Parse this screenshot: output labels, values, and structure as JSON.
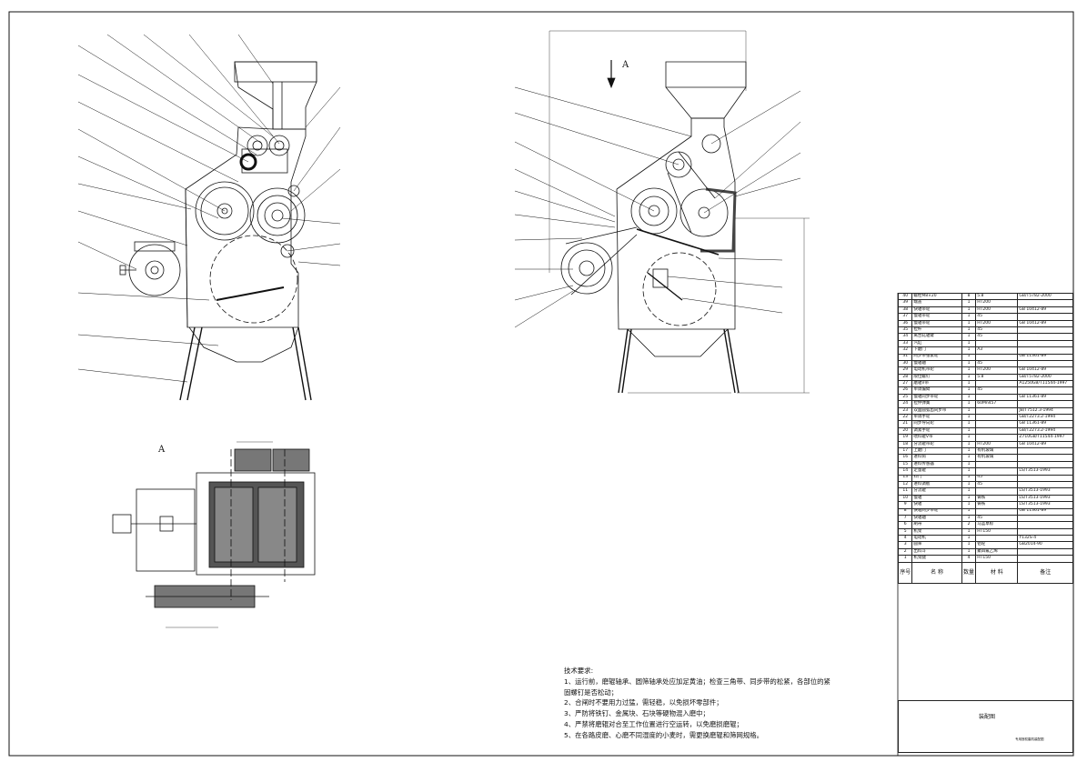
{
  "view_labels": {
    "a_top": "A",
    "a_bottom": "A"
  },
  "tech_notes": {
    "title": "技术要求:",
    "lines": [
      "1、运行前，磨辊轴承、圆筛轴承处应加足黄油；检查三角带、同步带的松紧，各部位的紧",
      "固螺钉是否松动；",
      "2、合闸时不要用力过猛，需轻稳，以免损坏零部件；",
      "3、严防将铁钉、金属块、石块等硬物混入磨中；",
      "4、严禁将磨辊对合至工作位置进行空运转，以免磨损磨辊；",
      "5、在各路皮磨、心磨不同湿度的小麦时，需更换磨辊和筛网规格。"
    ]
  },
  "bom": {
    "rows": [
      [
        "40",
        "螺栓M8×20",
        "8",
        "5.8",
        "GB/T5782-2000"
      ],
      [
        "39",
        "端盖",
        "1",
        "HT200",
        ""
      ],
      [
        "38",
        "快辊带轮",
        "1",
        "HT200",
        "GB 10412-89"
      ],
      [
        "37",
        "慢辊带轮",
        "1",
        "45",
        ""
      ],
      [
        "36",
        "慢辊带轮",
        "1",
        "HT200",
        "GB 10412-89"
      ],
      [
        "35",
        "拉杆",
        "1",
        "45",
        ""
      ],
      [
        "34",
        "离合轧辊臂",
        "1",
        "45",
        ""
      ],
      [
        "33",
        "汽缸",
        "1",
        "",
        ""
      ],
      [
        "32",
        "下磨门",
        "1",
        "A3",
        ""
      ],
      [
        "31",
        "同步带张紧轮",
        "1",
        "",
        "GB 11361-89"
      ],
      [
        "30",
        "慢辊轴",
        "1",
        "45",
        ""
      ],
      [
        "29",
        "电动机带轮",
        "1",
        "HT200",
        "GB 10412-89"
      ],
      [
        "28",
        "限位螺钉",
        "1",
        "5.8",
        "GB/T5782-2000"
      ],
      [
        "27",
        "磨辊V带",
        "1",
        "",
        "A1250GB/T11544-1997"
      ],
      [
        "26",
        "单调偏臂",
        "1",
        "45",
        ""
      ],
      [
        "25",
        "慢辊同步带轮",
        "1",
        "",
        "GB 11361-89"
      ],
      [
        "24",
        "拉伸弹簧",
        "1",
        "60Mn457",
        ""
      ],
      [
        "23",
        "双面圆弧齿同步带",
        "1",
        "",
        "JB/T7512.3-1994"
      ],
      [
        "22",
        "单调手轮",
        "1",
        "",
        "GB/T2273.2-1994"
      ],
      [
        "21",
        "同步导向轮",
        "1",
        "",
        "GB 11361-89"
      ],
      [
        "20",
        "调紧手轮",
        "1",
        "",
        "GB/T2273.2-1994"
      ],
      [
        "19",
        "喂料辊V带",
        "1",
        "",
        "Z710GB/T11544-1997"
      ],
      [
        "18",
        "分流辊带轮",
        "1",
        "HT200",
        "GB 10412-89"
      ],
      [
        "17",
        "上磨门",
        "1",
        "有机玻璃",
        ""
      ],
      [
        "16",
        "进料筒",
        "1",
        "有机玻璃",
        ""
      ],
      [
        "15",
        "进料传感器",
        "1",
        "",
        ""
      ],
      [
        "14",
        "定量辊",
        "1",
        "",
        "LS/T3513-1993"
      ],
      [
        "13",
        "料门",
        "1",
        "45",
        ""
      ],
      [
        "12",
        "进料调板",
        "1",
        "45",
        ""
      ],
      [
        "11",
        "分流辊",
        "1",
        "",
        "LS/T3513-1993"
      ],
      [
        "10",
        "慢辊",
        "1",
        "铸铁",
        "LS/T3513-1993"
      ],
      [
        "9",
        "快辊",
        "1",
        "铸铁",
        "LS/T3513-1993"
      ],
      [
        "8",
        "快辊同步带轮",
        "1",
        "",
        "GB 11361-89"
      ],
      [
        "7",
        "快辊轴",
        "1",
        "45",
        ""
      ],
      [
        "6",
        "刷帚",
        "2",
        "马蓝草棕",
        ""
      ],
      [
        "5",
        "机架",
        "1",
        "HT150",
        ""
      ],
      [
        "4",
        "电动机",
        "1",
        "",
        "Y132S-4"
      ],
      [
        "3",
        "圆筛",
        "1",
        "铝砼",
        "GB2014-90"
      ],
      [
        "2",
        "出料斗",
        "1",
        "聚四氟乙烯",
        ""
      ],
      [
        "1",
        "机架腿",
        "4",
        "HT150",
        ""
      ]
    ],
    "header": [
      "序号",
      "名 称",
      "数量",
      "材 料",
      "备注"
    ]
  },
  "title_block": {
    "drawing_name": "装配图",
    "note": "专用授权磨机装配图"
  }
}
